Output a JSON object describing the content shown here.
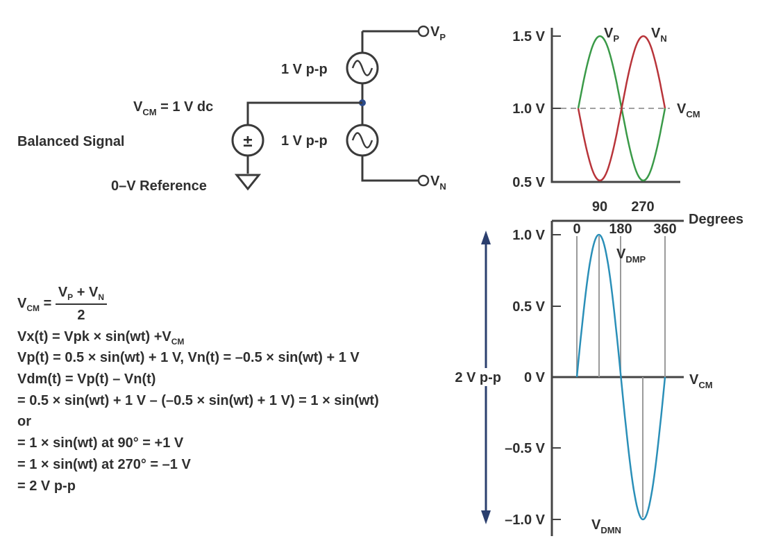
{
  "circuit": {
    "vp_label": "V",
    "vp_sub": "P",
    "vn_label": "V",
    "vn_sub": "N",
    "source_top_label": "1 V p-p",
    "source_bottom_label": "1 V p-p",
    "vcm_label_main": "V",
    "vcm_label_sub": "CM",
    "vcm_label_rest": " = 1 V dc",
    "balanced_label": "Balanced Signal",
    "ref_label": "0–V Reference",
    "dc_symbol": "±"
  },
  "chart_data": [
    {
      "type": "line",
      "title": "",
      "ylim": [
        0.5,
        1.5
      ],
      "yticks": [
        "1.5 V",
        "1.0 V",
        "0.5 V"
      ],
      "xtick_labels": [
        "90",
        "270"
      ],
      "vcm_level": 1.0,
      "vcm_label": "V",
      "vcm_sub": "CM",
      "series": [
        {
          "name": "V",
          "sub": "P",
          "color": "#3a9a48",
          "amplitude": 0.5,
          "offset": 1.0,
          "phase": 0
        },
        {
          "name": "V",
          "sub": "N",
          "color": "#b8343a",
          "amplitude": -0.5,
          "offset": 1.0,
          "phase": 0
        }
      ],
      "x_range_deg": [
        0,
        360
      ]
    },
    {
      "type": "line",
      "ylim": [
        -1.0,
        1.0
      ],
      "yticks": [
        "1.0 V",
        "0.5 V",
        "0 V",
        "–0.5 V",
        "–1.0 V"
      ],
      "xtick_labels": [
        "0",
        "180",
        "360"
      ],
      "xlabel": "Degrees",
      "vcm_label": "V",
      "vcm_sub": "CM",
      "peak_label": "V",
      "peak_sub": "DMP",
      "trough_label": "V",
      "trough_sub": "DMN",
      "pp_label": "2 V p-p",
      "series": [
        {
          "name": "Vdm",
          "color": "#2a8fb8",
          "amplitude": 1.0,
          "offset": 0
        }
      ],
      "x_range_deg": [
        0,
        360
      ]
    }
  ],
  "equations": {
    "vcm_lhs": "V",
    "vcm_lhs_sub": "CM",
    "vcm_eq": " = ",
    "vcm_num": "V",
    "vcm_num_sub1": "P",
    "vcm_num_plus": " + V",
    "vcm_num_sub2": "N",
    "vcm_den": "2",
    "line1": "Vx(t) = Vpk × sin(wt) +V",
    "line1_sub": "CM",
    "line2": "Vp(t) = 0.5 × sin(wt) + 1 V, Vn(t) = –0.5 × sin(wt) + 1 V",
    "line3": "Vdm(t) = Vp(t) – Vn(t)",
    "line4": "= 0.5 × sin(wt) + 1 V – (–0.5 × sin(wt) + 1 V) = 1 × sin(wt)",
    "line5": "or",
    "line6": "= 1 × sin(wt) at 90° = +1 V",
    "line7": "= 1 × sin(wt) at 270° = –1 V",
    "line8": "= 2 V p-p"
  }
}
